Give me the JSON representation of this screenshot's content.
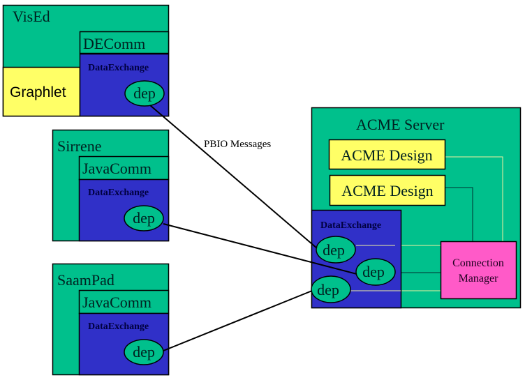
{
  "colors": {
    "teal": "#00c08c",
    "blue": "#3030c8",
    "yellow": "#ffff66",
    "pink": "#ff5ac8",
    "outline": "#000000",
    "pale_line": "#f0f0a0",
    "dark_line": "#003030",
    "text_dark": "#000040"
  },
  "clients": [
    {
      "name": "VisEd",
      "comm": "DEComm",
      "exchange": "DataExchange",
      "dep": "dep",
      "extra": "Graphlet"
    },
    {
      "name": "Sirrene",
      "comm": "JavaComm",
      "exchange": "DataExchange",
      "dep": "dep"
    },
    {
      "name": "SaamPad",
      "comm": "JavaComm",
      "exchange": "DataExchange",
      "dep": "dep"
    }
  ],
  "link_label": "PBIO Messages",
  "server": {
    "title": "ACME Server",
    "designs": [
      "ACME Design",
      "ACME Design"
    ],
    "exchange": "DataExchange",
    "deps": [
      "dep",
      "dep",
      "dep"
    ],
    "manager_line1": "Connection",
    "manager_line2": "Manager"
  }
}
